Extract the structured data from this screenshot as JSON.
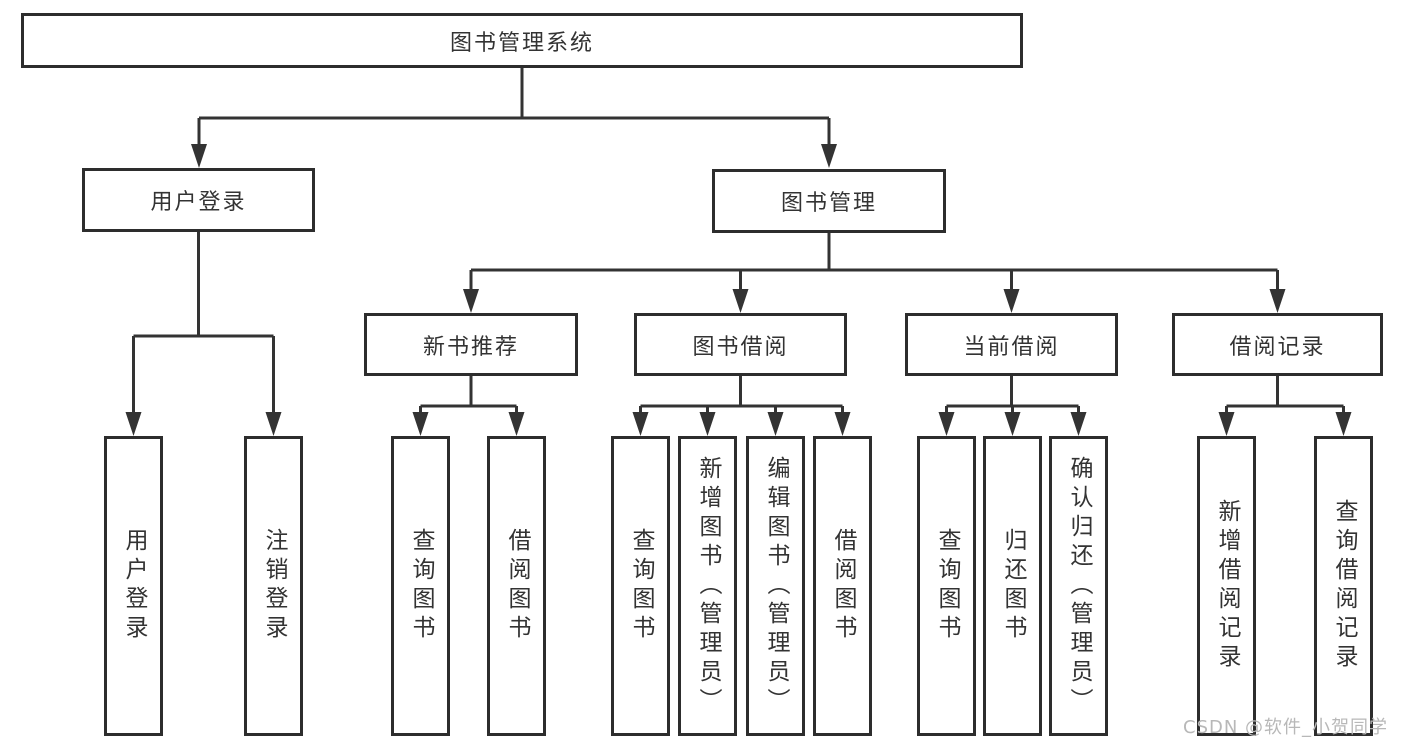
{
  "diagram": {
    "root": {
      "label": "图书管理系统"
    },
    "level2": [
      {
        "label": "用户登录"
      },
      {
        "label": "图书管理"
      }
    ],
    "level3": [
      {
        "label": "新书推荐"
      },
      {
        "label": "图书借阅"
      },
      {
        "label": "当前借阅"
      },
      {
        "label": "借阅记录"
      }
    ],
    "level4": {
      "user_login_children": [
        "用户登录",
        "注销登录"
      ],
      "new_book_children": [
        "查询图书",
        "借阅图书"
      ],
      "book_borrow_children": [
        "查询图书",
        "新增图书（管理员）",
        "编辑图书（管理员）",
        "借阅图书"
      ],
      "current_borrow_children": [
        "查询图书",
        "归还图书",
        "确认归还（管理员）"
      ],
      "borrow_record_children": [
        "新增借阅记录",
        "查询借阅记录"
      ]
    }
  },
  "watermark": {
    "text": "CSDN @软件_小贺同学"
  },
  "colors": {
    "background": "#ffffff",
    "box_border": "#2d2d2d",
    "box_fill": "#ffffff",
    "line": "#333333",
    "text": "#333333",
    "watermark_text": "#b8b8b8"
  }
}
